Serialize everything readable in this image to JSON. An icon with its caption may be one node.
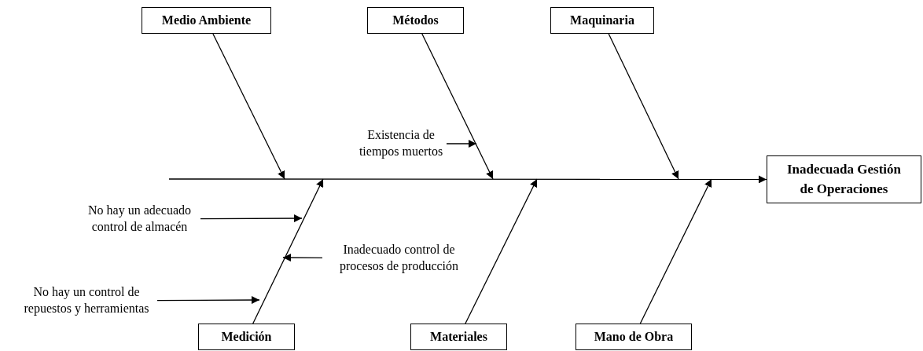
{
  "diagram": {
    "nodes": [
      {
        "text": [
          "Medio Ambiente"
        ]
      },
      {
        "text": [
          "Métodos"
        ]
      },
      {
        "text": [
          "Maquinaria"
        ]
      },
      {
        "text": [
          "Existencia de tiempos muertos"
        ]
      },
      {
        "text": [
          "Inadecuada Gestión de Operaciones"
        ]
      },
      {
        "text": [
          "No hay un adecuado control de almacén"
        ]
      },
      {
        "text": [
          "Inadecuado control de procesos de producción"
        ]
      },
      {
        "text": [
          "No hay un control de repuestos y herramientas"
        ]
      },
      {
        "text": [
          "Medición"
        ]
      },
      {
        "text": [
          "Materiales"
        ]
      },
      {
        "text": [
          "Mano de Obra"
        ]
      }
    ],
    "edges": [
      {
        "from": null,
        "to": 4,
        "arrow": "to"
      },
      {
        "from": 0,
        "to": null,
        "arrow": "to"
      },
      {
        "from": 1,
        "to": null,
        "arrow": "to"
      },
      {
        "from": 2,
        "to": null,
        "arrow": "to"
      },
      {
        "from": 8,
        "to": null,
        "arrow": "to"
      },
      {
        "from": 9,
        "to": null,
        "arrow": "to"
      },
      {
        "from": 10,
        "to": null,
        "arrow": "to"
      },
      {
        "from": 3,
        "to": null,
        "arrow": "to"
      },
      {
        "from": 5,
        "to": null,
        "arrow": "to"
      },
      {
        "from": 6,
        "to": null,
        "arrow": "to"
      },
      {
        "from": 7,
        "to": null,
        "arrow": "to"
      }
    ]
  }
}
